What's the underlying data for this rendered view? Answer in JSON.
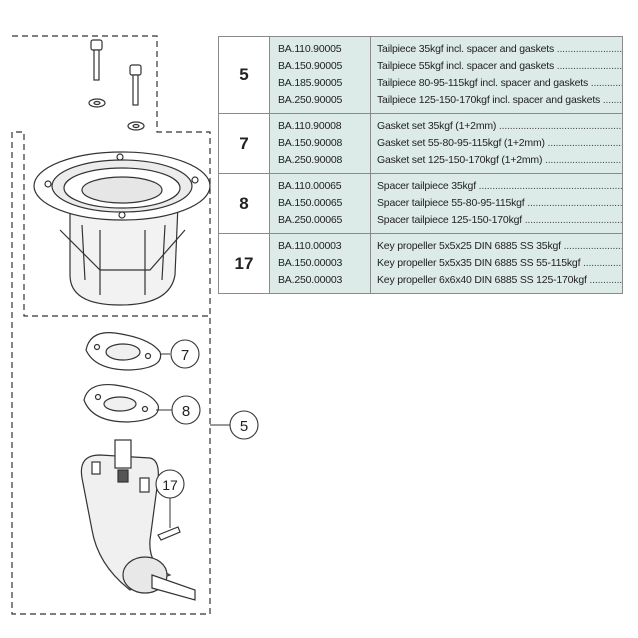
{
  "parts": [
    {
      "number": "5",
      "codes": [
        "BA.110.90005",
        "BA.150.90005",
        "BA.185.90005",
        "BA.250.90005"
      ],
      "descriptions": [
        "Tailpiece 35kgf incl. spacer and gaskets",
        "Tailpiece 55kgf incl. spacer and gaskets",
        "Tailpiece 80-95-115kgf incl. spacer and gaskets",
        "Tailpiece 125-150-170kgf incl. spacer and gaskets"
      ]
    },
    {
      "number": "7",
      "codes": [
        "BA.110.90008",
        "BA.150.90008",
        "BA.250.90008"
      ],
      "descriptions": [
        "Gasket set 35kgf (1+2mm)",
        "Gasket set 55-80-95-115kgf (1+2mm)",
        "Gasket set 125-150-170kgf (1+2mm)"
      ]
    },
    {
      "number": "8",
      "codes": [
        "BA.110.00065",
        "BA.150.00065",
        "BA.250.00065"
      ],
      "descriptions": [
        "Spacer tailpiece 35kgf",
        "Spacer tailpiece 55-80-95-115kgf",
        "Spacer tailpiece 125-150-170kgf"
      ]
    },
    {
      "number": "17",
      "codes": [
        "BA.110.00003",
        "BA.150.00003",
        "BA.250.00003"
      ],
      "descriptions": [
        "Key propeller 5x5x25 DIN 6885 SS 35kgf",
        "Key propeller 5x5x35 DIN 6885 SS 55-115kgf",
        "Key propeller 6x6x40 DIN 6885 SS 125-170kgf"
      ]
    }
  ],
  "callouts": {
    "gasket": "7",
    "spacer": "8",
    "tailpiece": "5",
    "key": "17"
  }
}
